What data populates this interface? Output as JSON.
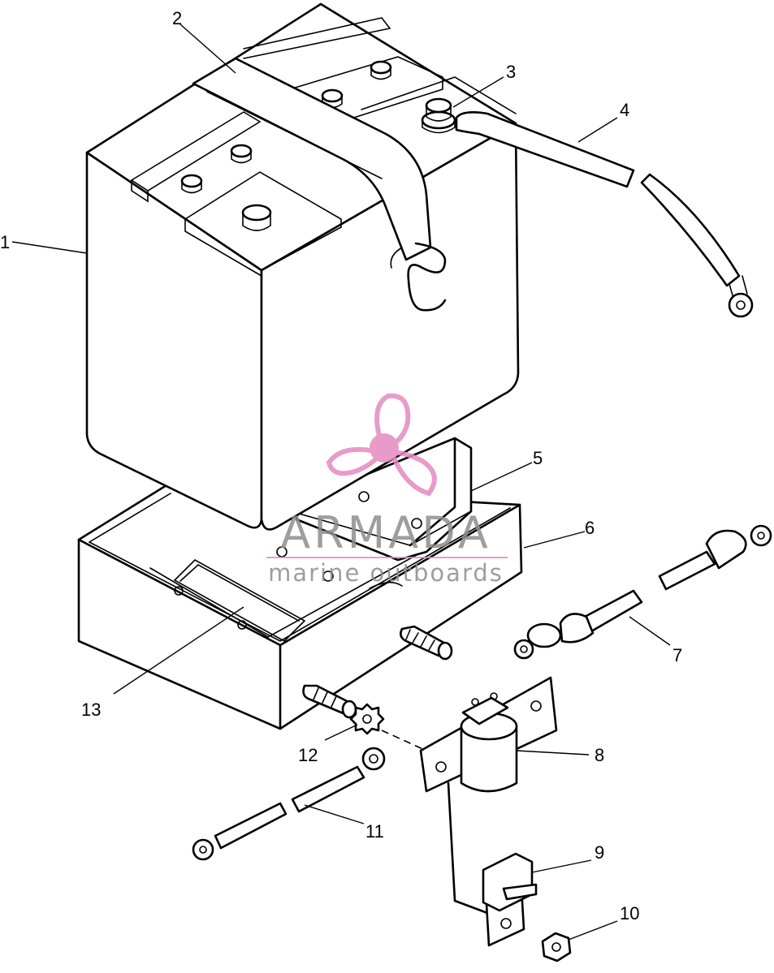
{
  "callouts": {
    "c1": "1",
    "c2": "2",
    "c3": "3",
    "c4": "4",
    "c5": "5",
    "c6": "6",
    "c7": "7",
    "c8": "8",
    "c9": "9",
    "c10": "10",
    "c11": "11",
    "c12": "12",
    "c13": "13"
  },
  "watermark": {
    "brand": "ARMADA",
    "tagline": "marine outboards",
    "logo_icon": "propeller-icon",
    "logo_color": "#e58ac0",
    "text_color": "#8e8e8e"
  }
}
